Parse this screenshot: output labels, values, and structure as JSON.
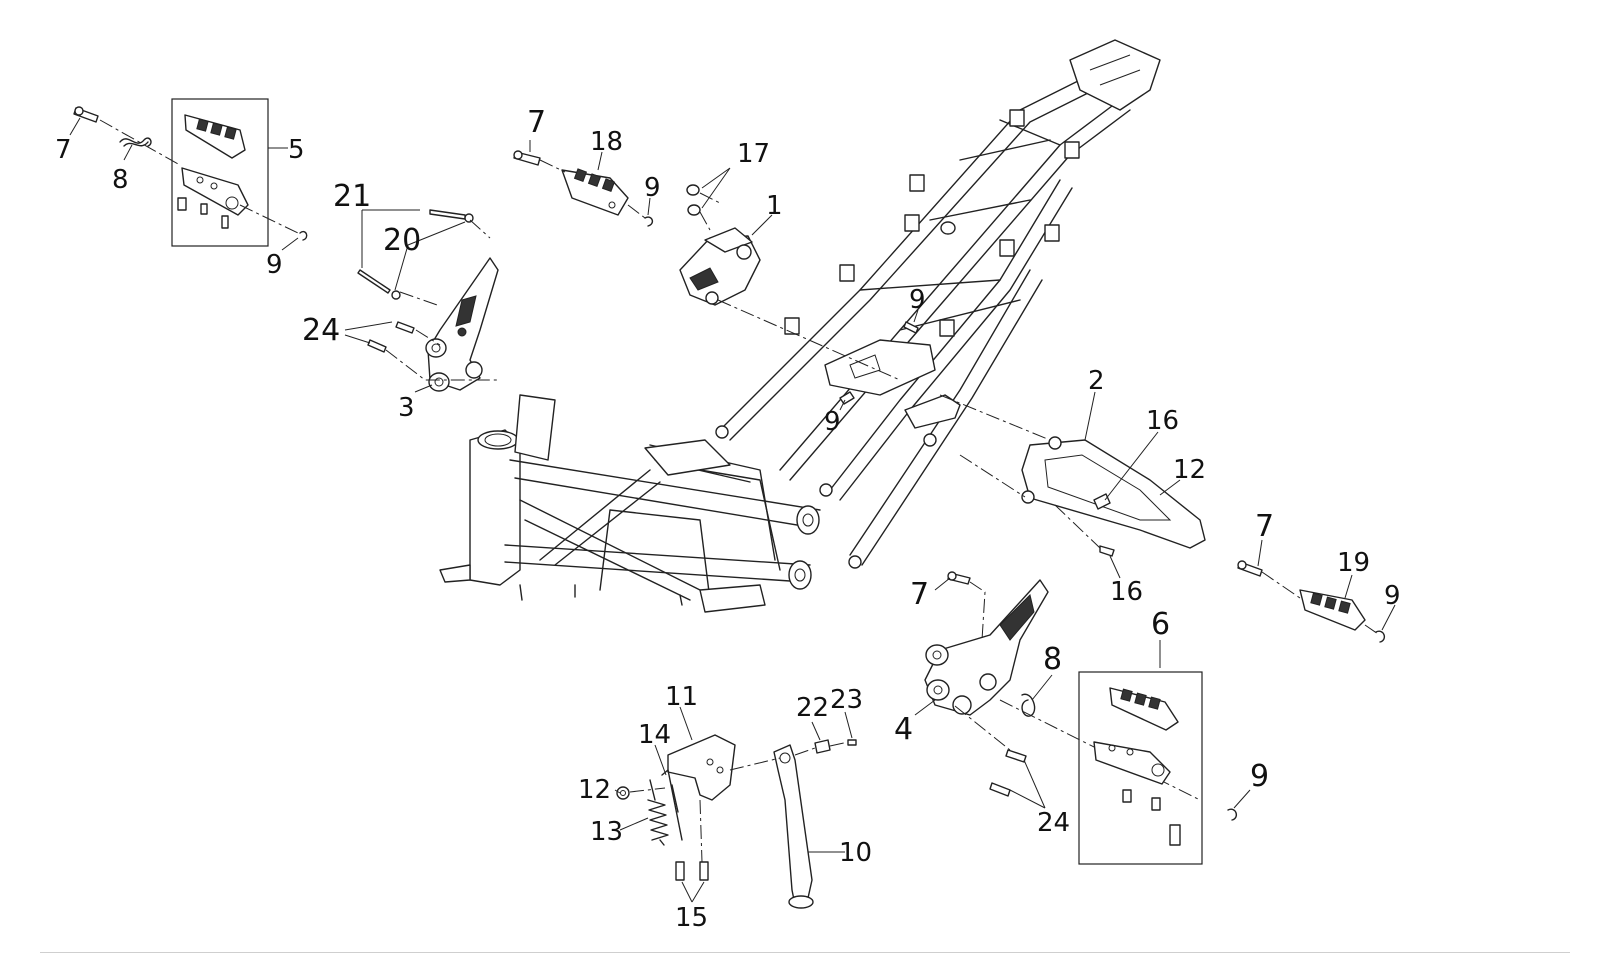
{
  "callouts": {
    "c7a": "7",
    "c8a": "8",
    "c5": "5",
    "c9a": "9",
    "c21": "21",
    "c20": "20",
    "c24a": "24",
    "c3": "3",
    "c7b": "7",
    "c18": "18",
    "c9b": "9",
    "c17": "17",
    "c1": "1",
    "c9c": "9",
    "c9d": "9",
    "c2": "2",
    "c16a": "16",
    "c12a": "12",
    "c16b": "16",
    "c7c": "7",
    "c19": "19",
    "c9e": "9",
    "c7d": "7",
    "c8b": "8",
    "c4": "4",
    "c6": "6",
    "c9f": "9",
    "c24b": "24",
    "c11": "11",
    "c14": "14",
    "c12b": "12",
    "c13": "13",
    "c15": "15",
    "c22": "22",
    "c23": "23",
    "c10": "10"
  }
}
